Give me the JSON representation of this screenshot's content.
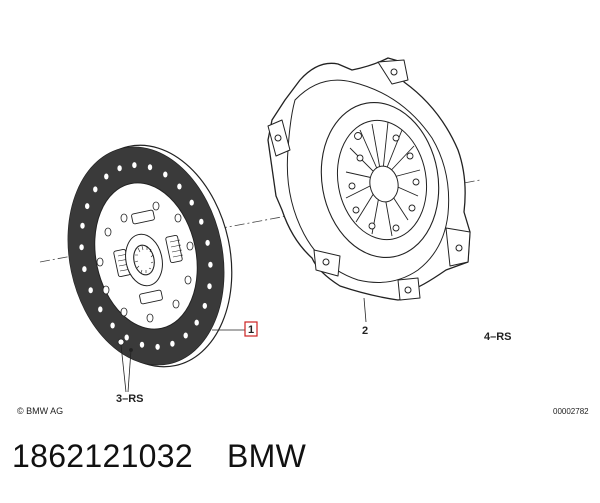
{
  "diagram": {
    "callouts": {
      "part1": "1",
      "part2": "2",
      "part3": "3–RS",
      "part4": "4–RS"
    },
    "copyright": "© BMW AG",
    "reference_number": "00002782"
  },
  "caption": {
    "part_number": "1862121032",
    "brand": "BMW"
  },
  "colors": {
    "line": "#222222",
    "callout_box": "#cc2222",
    "background": "#ffffff"
  }
}
